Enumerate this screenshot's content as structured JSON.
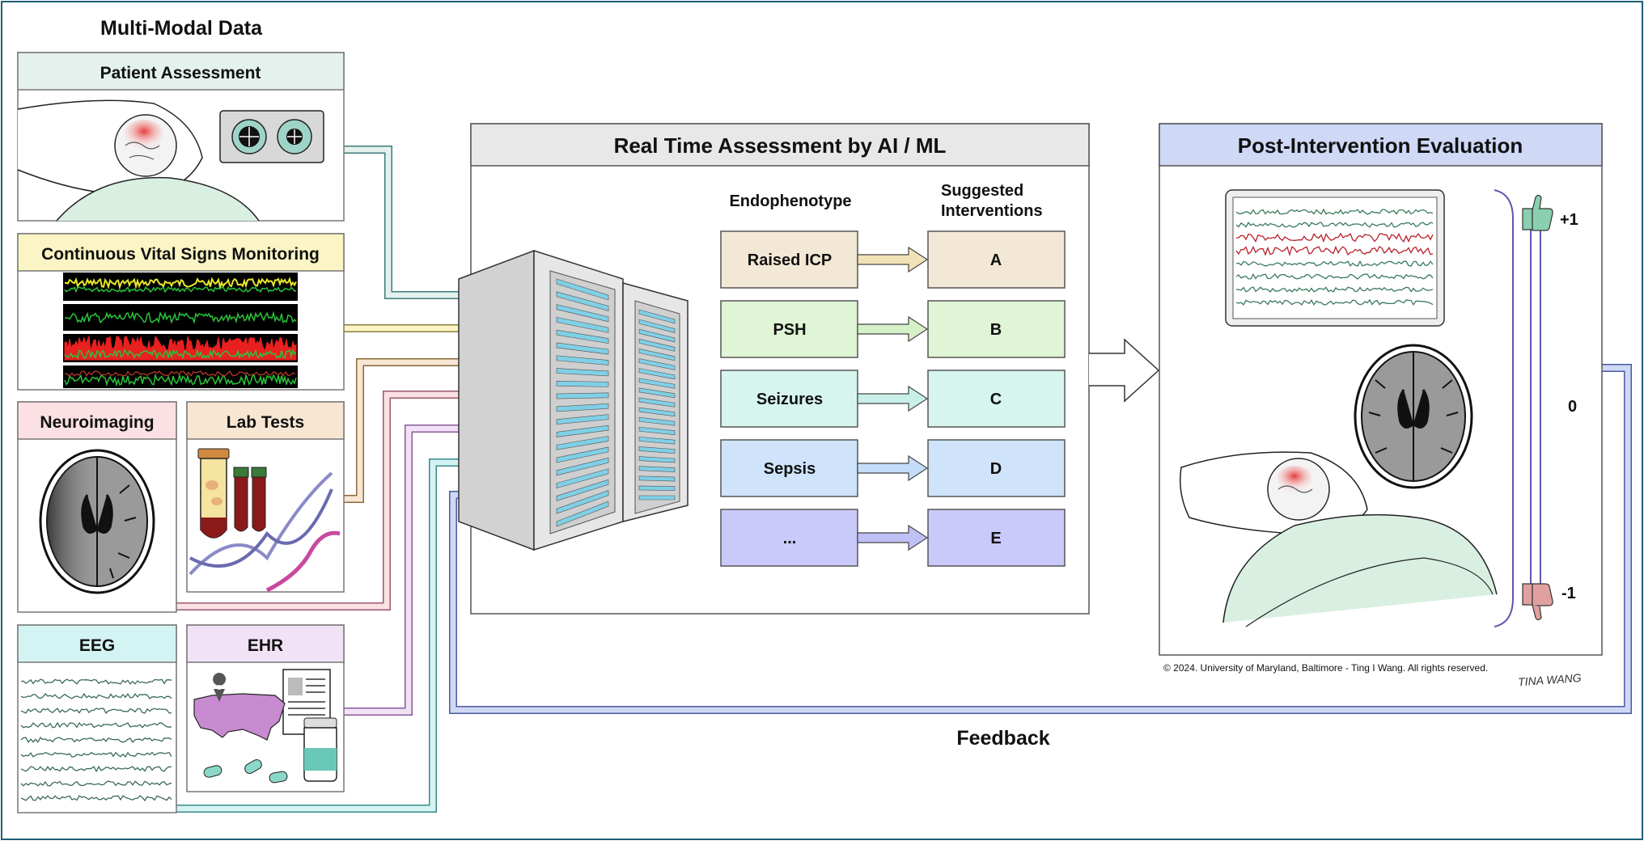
{
  "multimodal": {
    "title": "Multi-Modal Data",
    "patient_assessment": "Patient Assessment",
    "vital_signs": "Continuous Vital Signs Monitoring",
    "neuroimaging": "Neuroimaging",
    "lab_tests": "Lab Tests",
    "eeg": "EEG",
    "ehr": "EHR"
  },
  "realtime": {
    "title": "Real Time Assessment by AI / ML",
    "col_endophenotype": "Endophenotype",
    "col_interventions_line1": "Suggested",
    "col_interventions_line2": "Interventions",
    "rows": [
      {
        "endo": "Raised ICP",
        "intervention": "A",
        "color": "#f2e8d5",
        "arrow": "#f2e2b8"
      },
      {
        "endo": "PSH",
        "intervention": "B",
        "color": "#dff5d5",
        "arrow": "#d6f0c8"
      },
      {
        "endo": "Seizures",
        "intervention": "C",
        "color": "#d6f5ee",
        "arrow": "#c8efe8"
      },
      {
        "endo": "Sepsis",
        "intervention": "D",
        "color": "#cfe4fb",
        "arrow": "#c4dcf8"
      },
      {
        "endo": "...",
        "intervention": "E",
        "color": "#c9c9fa",
        "arrow": "#bfc0f6"
      }
    ]
  },
  "post": {
    "title": "Post-Intervention Evaluation",
    "scale_top": "+1",
    "scale_mid": "0",
    "scale_bottom": "-1"
  },
  "copyright": "© 2024. University of Maryland, Baltimore - Ting I Wang. All rights reserved.",
  "signature": "TINA WANG",
  "feedback": "Feedback",
  "colors": {
    "patient": "#e4f1ec",
    "vitals": "#fbf4c4",
    "neuro": "#fbe0e4",
    "lab": "#f8e6d3",
    "eeg": "#d4f3f3",
    "ehr": "#f1e2f5",
    "post_header": "#cfd8f5",
    "rt_header": "#e8e8e8"
  }
}
